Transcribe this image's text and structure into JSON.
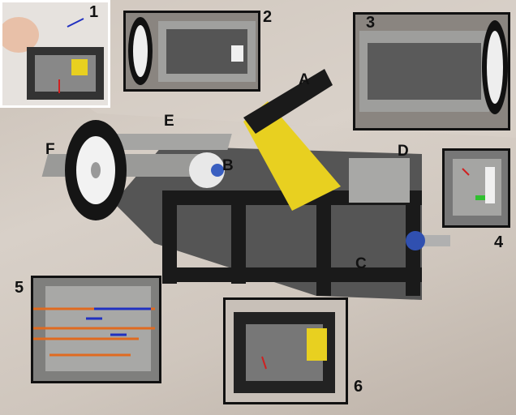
{
  "figure": {
    "part_labels": [
      "A",
      "B",
      "C",
      "D",
      "E",
      "F"
    ],
    "inset_labels": [
      "1",
      "2",
      "3",
      "4",
      "5",
      "6"
    ]
  },
  "colors": {
    "frame_black": "#1a1a1a",
    "brick_gray": "#9a9a98",
    "accent_yellow": "#e8d020",
    "arrow_blue": "#2030c0",
    "arrow_red": "#d02020",
    "line_orange": "#e06a20"
  }
}
